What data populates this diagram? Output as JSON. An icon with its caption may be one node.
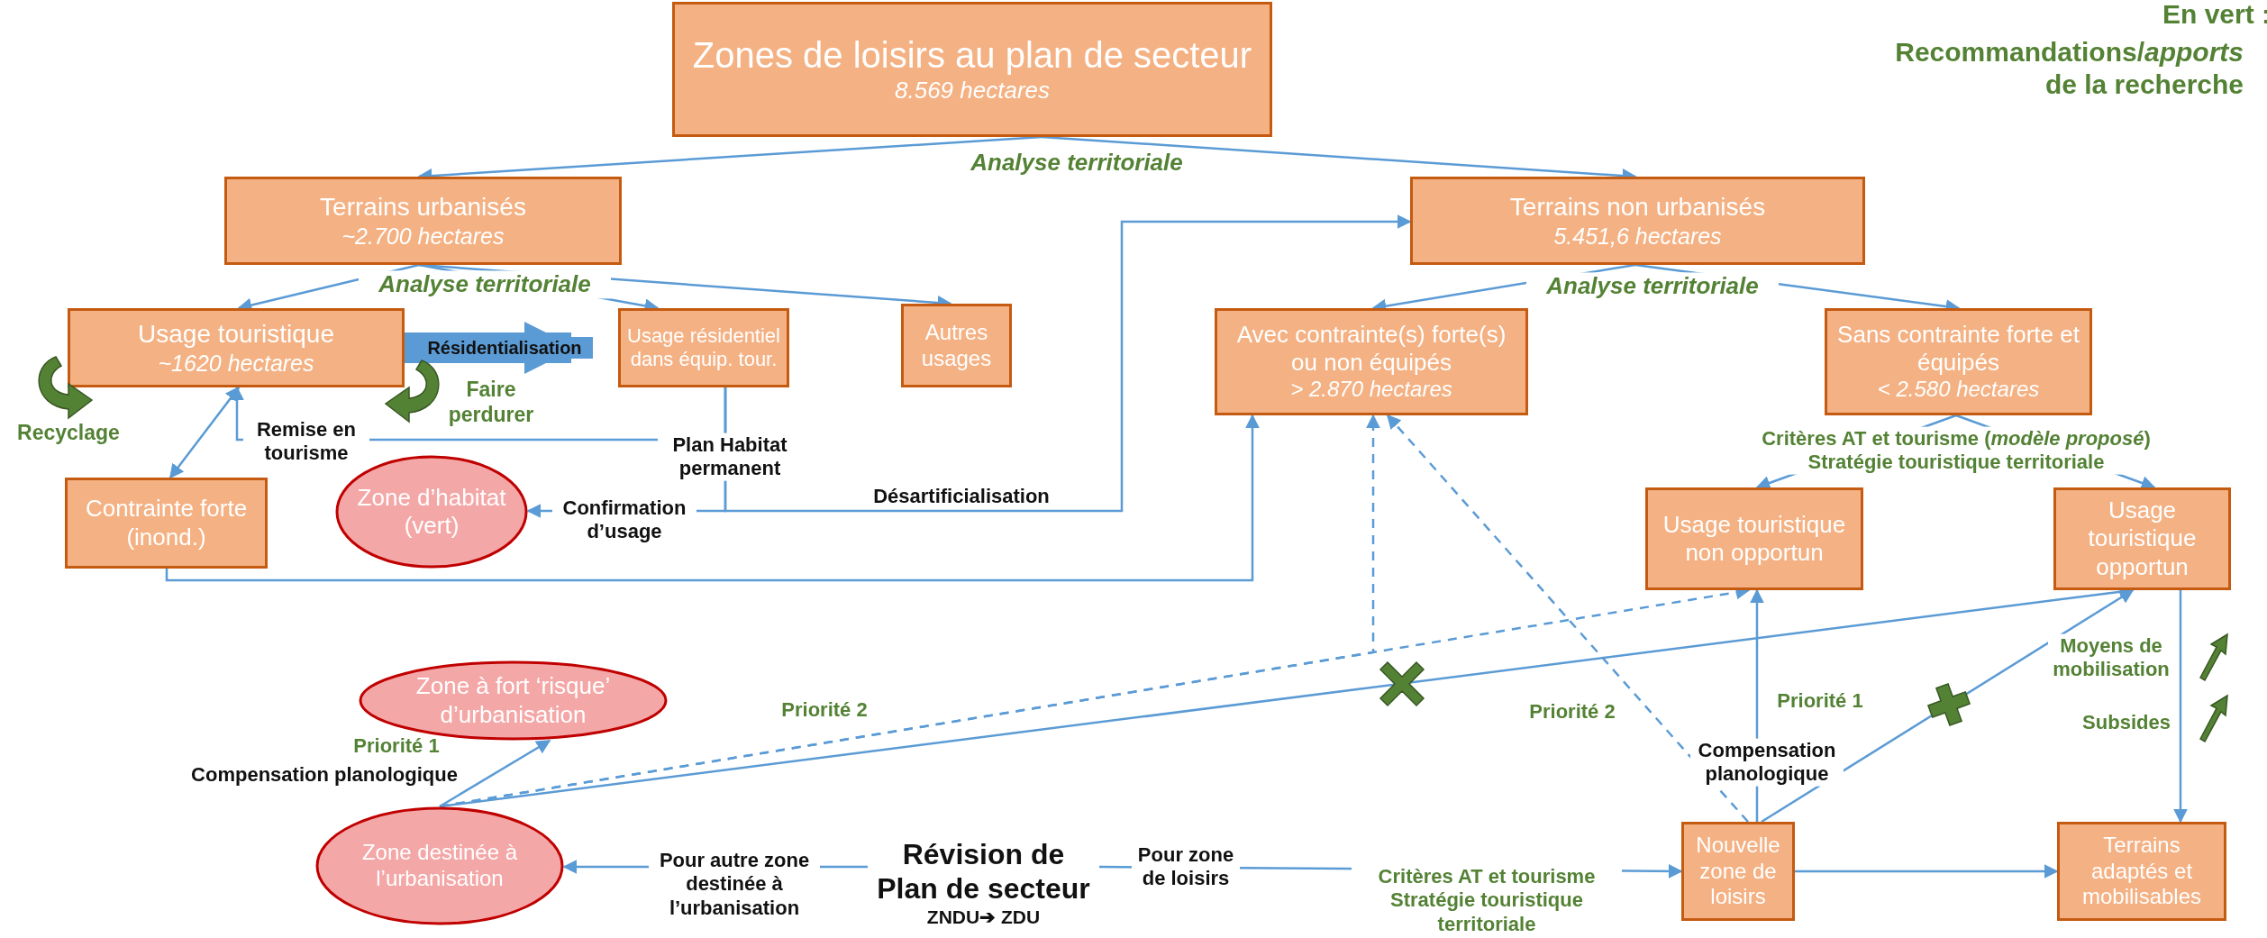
{
  "diagram": {
    "nodes": [
      {
        "text": [
          "Zones de loisirs au plan de secteur",
          "8.569 hectares"
        ]
      },
      {
        "text": [
          "Terrains urbanisés",
          "~2.700 hectares"
        ]
      },
      {
        "text": [
          "Terrains non urbanisés",
          "5.451,6 hectares"
        ]
      },
      {
        "text": [
          "Usage touristique",
          "~1620 hectares"
        ]
      },
      {
        "text": [
          "Usage résidentiel dans équip. tour."
        ]
      },
      {
        "text": [
          "Autres usages"
        ]
      },
      {
        "text": [
          "Avec contrainte(s) forte(s) ou non équipés",
          "> 2.870 hectares"
        ]
      },
      {
        "text": [
          "Sans contrainte forte et équipés",
          "< 2.580 hectares"
        ]
      },
      {
        "text": [
          "Contrainte forte (inond.)"
        ]
      },
      {
        "text": [
          "Zone d’habitat (vert)"
        ]
      },
      {
        "text": [
          "Usage touristique non opportun"
        ]
      },
      {
        "text": [
          "Usage touristique opportun"
        ]
      },
      {
        "text": [
          "Zone à fort ‘risque’ d’urbanisation"
        ]
      },
      {
        "text": [
          "Zone destinée à l’urbanisation"
        ]
      },
      {
        "text": [
          "Révision de Plan de secteur",
          "ZNDU➔ ZDU"
        ]
      },
      {
        "text": [
          "Nouvelle zone de loisirs"
        ]
      },
      {
        "text": [
          "Terrains adaptés et mobilisables"
        ]
      }
    ],
    "edges": [
      {
        "from": 0,
        "to": 1,
        "arrow": "to"
      },
      {
        "from": 0,
        "to": 2,
        "arrow": "to",
        "label": "Analyse territoriale"
      },
      {
        "from": 1,
        "to": 3,
        "arrow": "to"
      },
      {
        "from": 1,
        "to": 4,
        "arrow": "to",
        "label": "Analyse territoriale"
      },
      {
        "from": 1,
        "to": 5,
        "arrow": "to"
      },
      {
        "from": 2,
        "to": 6,
        "arrow": "to",
        "label": "Analyse territoriale"
      },
      {
        "from": 2,
        "to": 7,
        "arrow": "to"
      },
      {
        "from": 3,
        "to": 4,
        "arrow": "to",
        "style": "thick",
        "label": "Résidentialisation"
      },
      {
        "from": 4,
        "to": 3,
        "arrow": "to",
        "label": "Remise en tourisme"
      },
      {
        "from": 4,
        "to": 9,
        "arrow": "to",
        "label": "Confirmation d’usage"
      },
      {
        "from": 4,
        "to": 2,
        "arrow": "to",
        "label": "Désartificialisation"
      },
      {
        "from": 3,
        "to": 8,
        "arrow": "both"
      },
      {
        "from": 8,
        "to": 6,
        "arrow": "to"
      },
      {
        "from": 7,
        "to": 10,
        "arrow": "to",
        "label": "Critères AT et tourisme (*modèle proposé*) Stratégie touristique territoriale"
      },
      {
        "from": 7,
        "to": 11,
        "arrow": "to"
      },
      {
        "from": 13,
        "to": 12,
        "arrow": "to",
        "label": "Priorité 1"
      },
      {
        "from": 13,
        "to": 10,
        "arrow": "to",
        "style": "dashed",
        "label": "Priorité 2"
      },
      {
        "from": 13,
        "to": 6,
        "arrow": "to",
        "style": "dashed"
      },
      {
        "from": 13,
        "to": 11,
        "arrow": "to"
      },
      {
        "from": 14,
        "to": 13,
        "arrow": "to",
        "label": "Pour autre zone destinée à l’urbanisation"
      },
      {
        "from": 14,
        "to": 15,
        "arrow": "to",
        "label": "Pour zone de loisirs"
      },
      {
        "from": 15,
        "to": 10,
        "arrow": "to",
        "label": "Priorité 1"
      },
      {
        "from": 15,
        "to": 6,
        "arrow": "to",
        "style": "dashed",
        "label": "Priorité 2"
      },
      {
        "from": 15,
        "to": 11,
        "arrow": "to"
      },
      {
        "from": 15,
        "to": 16,
        "arrow": "to"
      },
      {
        "from": 11,
        "to": 16,
        "arrow": "to"
      }
    ],
    "labels": [
      "En vert :",
      "Recommandations/*apports* de la recherche",
      "Recyclage",
      "Faire perdurer",
      "Plan Habitat permanent",
      "Compensation planologique",
      "Compensation planologique",
      "Critères AT et tourisme Stratégie touristique territoriale",
      "Moyens de mobilisation",
      "Subsides"
    ]
  }
}
